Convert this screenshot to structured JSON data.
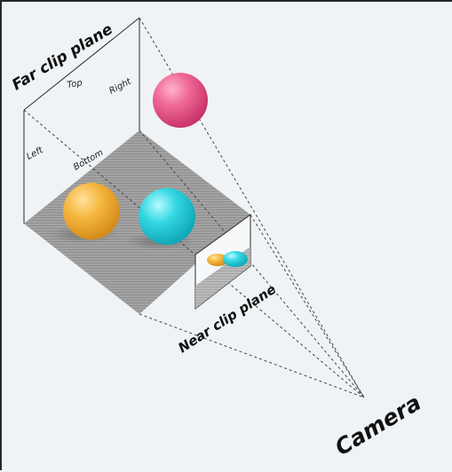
{
  "labels": {
    "far_clip_plane": "Far clip plane",
    "near_clip_plane": "Near clip plane",
    "camera": "Camera",
    "top": "Top",
    "right": "Right",
    "left": "Left",
    "bottom": "Bottom"
  },
  "objects": [
    {
      "name": "pink-sphere",
      "color": "#ee5d8c"
    },
    {
      "name": "orange-sphere",
      "color": "#f2b13a"
    },
    {
      "name": "cyan-sphere",
      "color": "#2fd0dc"
    }
  ],
  "colors": {
    "background": "#eff3f6",
    "line": "#2b2b2b",
    "floor": "#9a9a9a"
  }
}
